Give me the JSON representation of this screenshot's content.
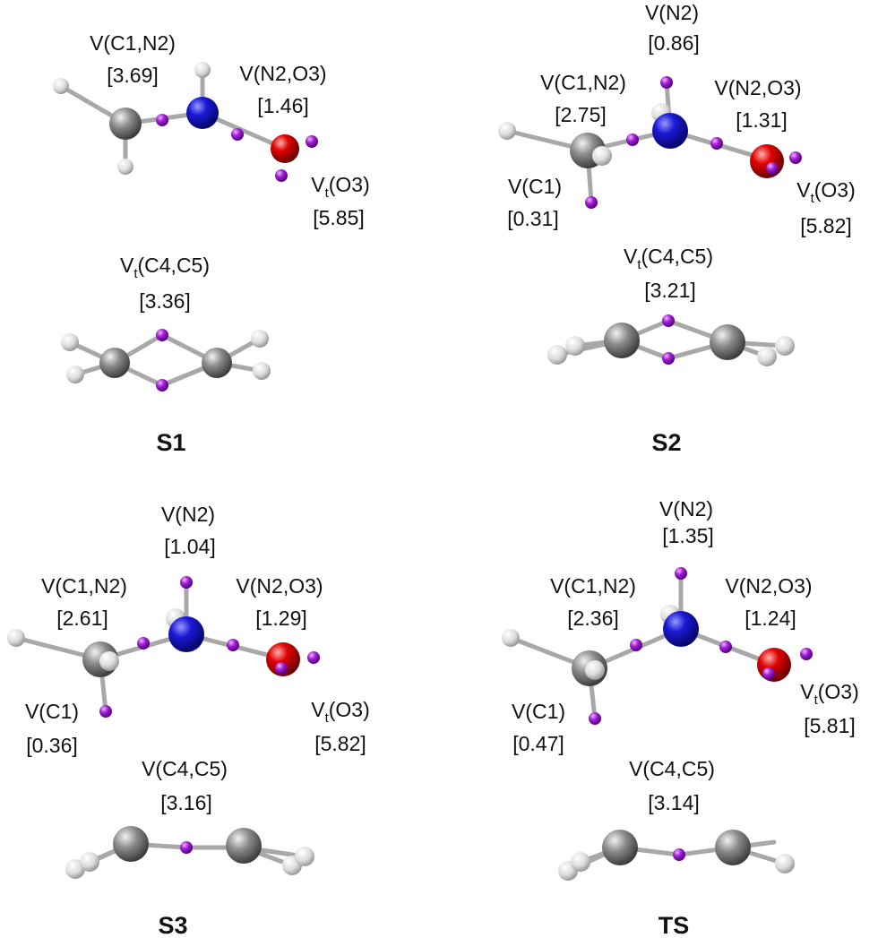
{
  "colors": {
    "carbon": "#8a8a8a",
    "hydrogen": "#e6e6e6",
    "nitrogen": "#1a1ad6",
    "oxygen": "#e00000",
    "basin": "#a21fd8",
    "bond": "#a8a8a8"
  },
  "panels": [
    {
      "title": "S1",
      "labels": {
        "vc1n2": {
          "name": "V(C1,N2)",
          "value": "[3.69]"
        },
        "vn2o3": {
          "name": "V(N2,O3)",
          "value": "[1.46]"
        },
        "vto3": {
          "pre": "V",
          "sub": "t",
          "post": "(O3)",
          "value": "[5.85]"
        },
        "vc4c5": {
          "pre": "V",
          "sub": "t",
          "post": "(C4,C5)",
          "value": "[3.36]"
        }
      }
    },
    {
      "title": "S2",
      "labels": {
        "vn2": {
          "name": "V(N2)",
          "value": "[0.86]"
        },
        "vc1n2": {
          "name": "V(C1,N2)",
          "value": "[2.75]"
        },
        "vn2o3": {
          "name": "V(N2,O3)",
          "value": "[1.31]"
        },
        "vc1": {
          "name": "V(C1)",
          "value": "[0.31]"
        },
        "vto3": {
          "pre": "V",
          "sub": "t",
          "post": "(O3)",
          "value": "[5.82]"
        },
        "vc4c5": {
          "pre": "V",
          "sub": "t",
          "post": "(C4,C5)",
          "value": "[3.21]"
        }
      }
    },
    {
      "title": "S3",
      "labels": {
        "vn2": {
          "name": "V(N2)",
          "value": "[1.04]"
        },
        "vc1n2": {
          "name": "V(C1,N2)",
          "value": "[2.61]"
        },
        "vn2o3": {
          "name": "V(N2,O3)",
          "value": "[1.29]"
        },
        "vc1": {
          "name": "V(C1)",
          "value": "[0.36]"
        },
        "vto3": {
          "pre": "V",
          "sub": "t",
          "post": "(O3)",
          "value": "[5.82]"
        },
        "vc4c5": {
          "name": "V(C4,C5)",
          "value": "[3.16]"
        }
      }
    },
    {
      "title": "TS",
      "labels": {
        "vn2": {
          "name": "V(N2)",
          "value": "[1.35]"
        },
        "vc1n2": {
          "name": "V(C1,N2)",
          "value": "[2.36]"
        },
        "vn2o3": {
          "name": "V(N2,O3)",
          "value": "[1.24]"
        },
        "vc1": {
          "name": "V(C1)",
          "value": "[0.47]"
        },
        "vto3": {
          "pre": "V",
          "sub": "t",
          "post": "(O3)",
          "value": "[5.81]"
        },
        "vc4c5": {
          "name": "V(C4,C5)",
          "value": "[3.14]"
        }
      }
    }
  ]
}
